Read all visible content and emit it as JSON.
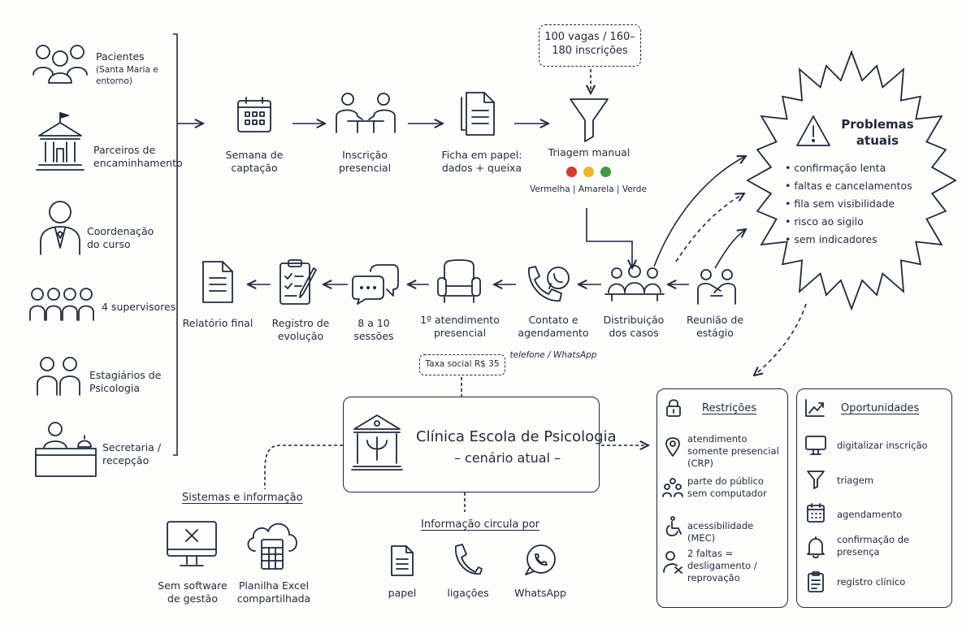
{
  "actors": [
    {
      "label": "Pacientes",
      "sub": "(Santa Maria e entorno)",
      "icon": "group-icon"
    },
    {
      "label": "Parceiros de encaminhamento",
      "icon": "institution-icon"
    },
    {
      "label": "Coordenação do curso",
      "icon": "coordinator-icon"
    },
    {
      "label": "4 supervisores",
      "icon": "supervisors-icon"
    },
    {
      "label": "Estagiários de Psicologia",
      "icon": "interns-icon"
    },
    {
      "label": "Secretaria / recepção",
      "icon": "reception-desk-icon"
    }
  ],
  "capacity_note": "100 vagas / 160–180 inscrições",
  "flow_top": [
    {
      "label": "Semana de captação",
      "icon": "calendar-icon"
    },
    {
      "label": "Inscrição presencial",
      "icon": "meeting-icon"
    },
    {
      "label": "Ficha em papel: dados + queixa",
      "icon": "document-icon"
    },
    {
      "label": "Triagem manual",
      "icon": "funnel-icon"
    }
  ],
  "triage_levels": {
    "text": "Vermelha | Amarela | Verde",
    "colors": [
      "#d8382f",
      "#f0b429",
      "#3f9b3c"
    ]
  },
  "flow_bottom": [
    {
      "label": "Reunião de estágio",
      "icon": "handshake-icon"
    },
    {
      "label": "Distribuição dos casos",
      "icon": "team-table-icon"
    },
    {
      "label": "Contato e agendamento",
      "sub": "telefone / WhatsApp",
      "icon": "phone-whatsapp-icon"
    },
    {
      "label": "1º atendimento presencial",
      "icon": "armchair-icon"
    },
    {
      "label": "8 a 10 sessões",
      "icon": "chat-bubbles-icon"
    },
    {
      "label": "Registro de evolução",
      "icon": "clipboard-pen-icon"
    },
    {
      "label": "Relatório final",
      "icon": "report-icon"
    }
  ],
  "fee_note": "Taxa social R$ 35",
  "problems": {
    "title": "Problemas atuais",
    "items": [
      "confirmação lenta",
      "faltas e cancelamentos",
      "fila sem visibilidade",
      "risco ao sigilo",
      "sem indicadores"
    ]
  },
  "center": {
    "title": "Clínica Escola de Psicologia",
    "subtitle": "– cenário atual –",
    "icon": "psi-building-icon"
  },
  "systems": {
    "title": "Sistemas e informação",
    "items": [
      {
        "label": "Sem software de gestão",
        "icon": "monitor-x-icon"
      },
      {
        "label": "Planilha Excel compartilhada",
        "icon": "cloud-sheet-icon"
      }
    ]
  },
  "info": {
    "title": "Informação circula por",
    "items": [
      {
        "label": "papel",
        "icon": "paper-icon"
      },
      {
        "label": "ligações",
        "icon": "phone-icon"
      },
      {
        "label": "WhatsApp",
        "icon": "whatsapp-icon"
      }
    ]
  },
  "restrictions": {
    "title": "Restrições",
    "items": [
      {
        "label": "atendimento somente presencial (CRP)",
        "icon": "location-pin-icon"
      },
      {
        "label": "parte do público sem computador",
        "icon": "people-group-icon"
      },
      {
        "label": "acessibilidade (MEC)",
        "icon": "wheelchair-icon"
      },
      {
        "label": "2 faltas = desligamento / reprovação",
        "icon": "person-x-icon"
      }
    ]
  },
  "opportunities": {
    "title": "Oportunidades",
    "items": [
      {
        "label": "digitalizar inscrição",
        "icon": "monitor-icon"
      },
      {
        "label": "triagem",
        "icon": "funnel-small-icon"
      },
      {
        "label": "agendamento",
        "icon": "calendar-small-icon"
      },
      {
        "label": "confirmação de presença",
        "icon": "bell-icon"
      },
      {
        "label": "registro clínico",
        "icon": "clipboard-icon"
      }
    ]
  },
  "colors": {
    "ink": "#1f2a3f",
    "background": "#fdfdfc"
  }
}
